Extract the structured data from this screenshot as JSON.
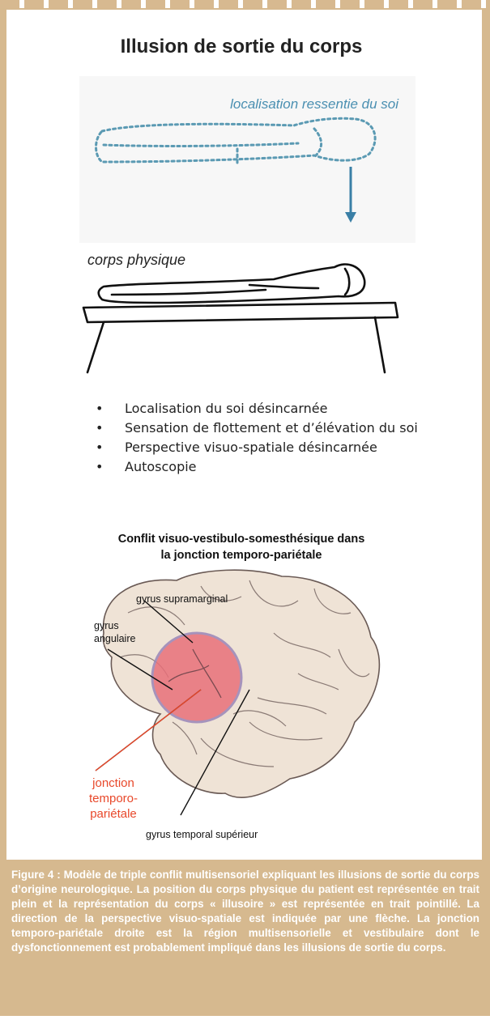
{
  "title": "Illusion de sortie du corps",
  "illusory_self_label": "localisation ressentie du soi",
  "physical_body_label": "corps physique",
  "bullets": [
    "Localisation du soi désincarnée",
    "Sensation de flottement et d’élévation du soi",
    "Perspective visuo-spatiale désincarnée",
    "Autoscopie"
  ],
  "brain_heading_line1": "Conflit visuo-vestibulo-somesthésique dans",
  "brain_heading_line2": "la jonction temporo-pariétale",
  "brain_labels": {
    "supramarginal": "gyrus supramarginal",
    "angular_line1": "gyrus",
    "angular_line2": "angulaire",
    "tpj_line1": "jonction",
    "tpj_line2": "temporo-",
    "tpj_line3": "pariétale",
    "superior_temporal": "gyrus temporal supérieur"
  },
  "caption": "Figure 4 : Modèle de triple conflit multisensoriel expliquant les illusions de sortie du corps d’origine neurologique. La position du corps physique du patient est représentée en trait plein et la représentation du corps « illusoire » est représentée en trait pointillé. La direction de la perspective visuo-spatiale est indiquée par une flèche. La jonction temporo-pariétale droite est la région multisensorielle et vestibulaire dont le dysfonctionnement est probablement impliqué dans les illusions de sortie du corps.",
  "colors": {
    "frame": "#d6b98f",
    "dotted_body": "#5b9ab3",
    "tpj_highlight": "#e8707a",
    "tpj_label": "#e8482a"
  }
}
